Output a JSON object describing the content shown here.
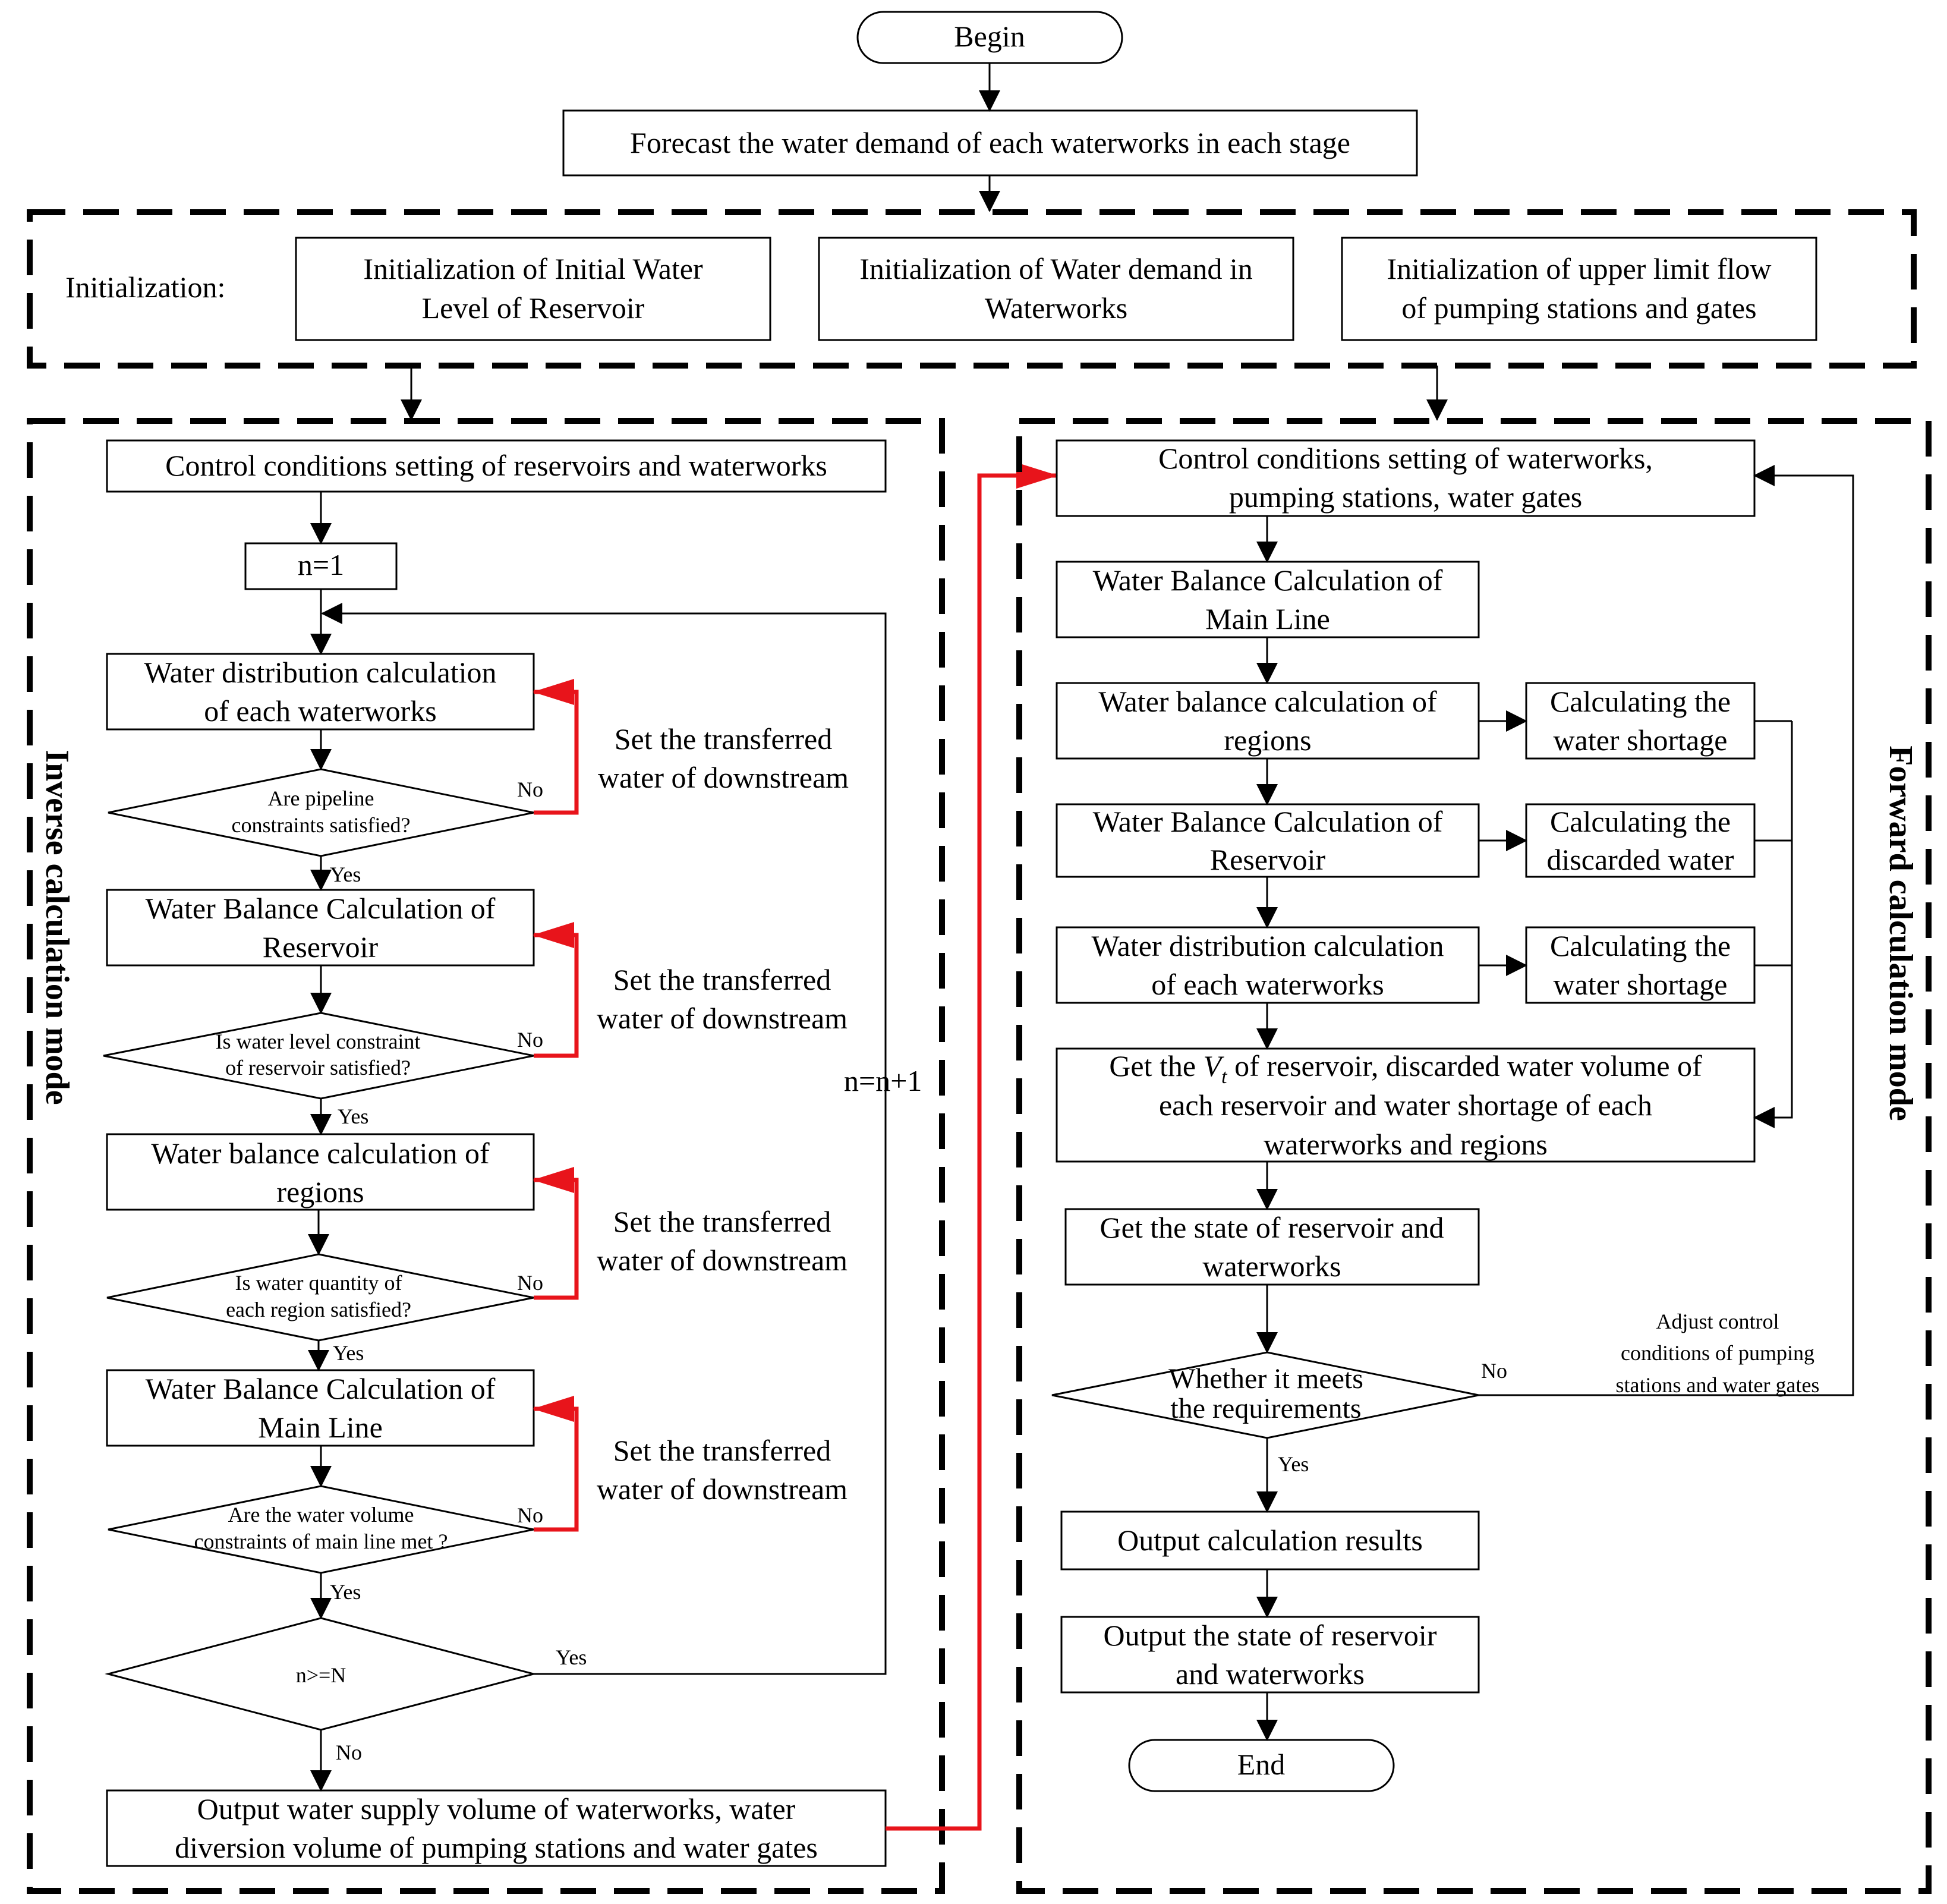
{
  "begin": "Begin",
  "end": "End",
  "forecast": "Forecast the water demand of each waterworks in each stage",
  "init": {
    "label": "Initialization:",
    "box1": [
      "Initialization of Initial Water",
      "Level of Reservoir"
    ],
    "box2": [
      "Initialization of Water demand in",
      "Waterworks"
    ],
    "box3": [
      "Initialization of upper limit flow",
      "of pumping stations and gates"
    ]
  },
  "inverse": {
    "mode_label": "Inverse calculation mode",
    "control": "Control conditions setting of  reservoirs and waterworks",
    "n1": "n=1",
    "loop_label": "n=n+1",
    "steps": [
      {
        "box": [
          "Water distribution calculation",
          "of each waterworks"
        ],
        "decision": [
          "Are pipeline",
          "constraints satisfied?"
        ]
      },
      {
        "box": [
          "Water Balance Calculation of",
          "Reservoir"
        ],
        "decision": [
          "Is water level constraint",
          "of reservoir satisfied?"
        ]
      },
      {
        "box": [
          "Water balance calculation of",
          "regions"
        ],
        "decision": [
          "Is water quantity of",
          "each region satisfied?"
        ]
      },
      {
        "box": [
          "Water Balance Calculation of",
          "Main Line"
        ],
        "decision": [
          "Are the water volume",
          "constraints of main line met ?"
        ]
      }
    ],
    "feedback": [
      "Set the transferred",
      "water of downstream"
    ],
    "no": "No",
    "yes": "Yes",
    "n_check": "n>=N",
    "output": [
      "Output water supply volume of waterworks, water",
      "diversion volume of pumping stations and water gates"
    ]
  },
  "forward": {
    "mode_label": "Forward calculation mode",
    "control": [
      "Control conditions setting of  waterworks,",
      "pumping stations, water gates"
    ],
    "main_line": [
      "Water Balance Calculation of",
      "Main Line"
    ],
    "rows": [
      {
        "box": [
          "Water balance calculation of",
          "regions"
        ],
        "side": [
          "Calculating the",
          "water shortage"
        ]
      },
      {
        "box": [
          "Water Balance Calculation of",
          "Reservoir"
        ],
        "side": [
          "Calculating the",
          "discarded water"
        ]
      },
      {
        "box": [
          "Water distribution calculation",
          "of each waterworks"
        ],
        "side": [
          "Calculating the",
          "water shortage"
        ]
      }
    ],
    "get_vt": {
      "pre": "Get the ",
      "var": "V",
      "sub": "t",
      "post": " of reservoir, discarded water volume of",
      "line2": "each reservoir and water shortage of each",
      "line3": "waterworks and regions"
    },
    "state": [
      "Get the state of reservoir and",
      "waterworks"
    ],
    "decision": [
      "Whether it meets",
      "the requirements"
    ],
    "adjust": [
      "Adjust control",
      "conditions of  pumping",
      "stations and water gates"
    ],
    "no": "No",
    "yes": "Yes",
    "output1": "Output calculation results",
    "output2": [
      "Output the state of reservoir",
      "and waterworks"
    ]
  },
  "colors": {
    "stroke": "#000000",
    "feedback": "#e8141b",
    "background": "#ffffff"
  }
}
